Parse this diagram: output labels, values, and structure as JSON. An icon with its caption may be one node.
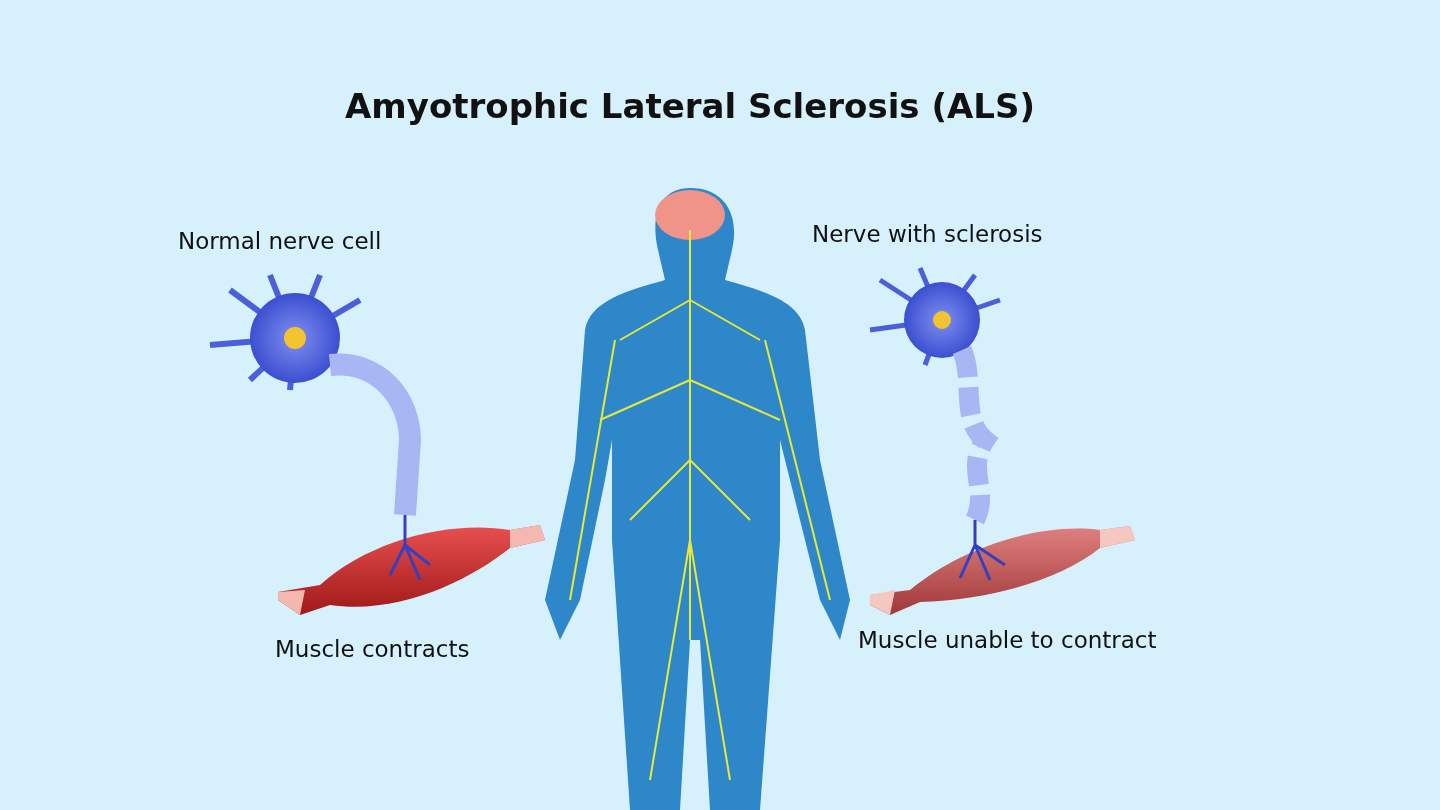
{
  "diagram": {
    "title": "Amyotrophic Lateral Sclerosis (ALS)",
    "labels": [
      "Normal nerve cell",
      "Nerve with sclerosis",
      "Muscle contracts",
      "Muscle unable to contract"
    ]
  }
}
